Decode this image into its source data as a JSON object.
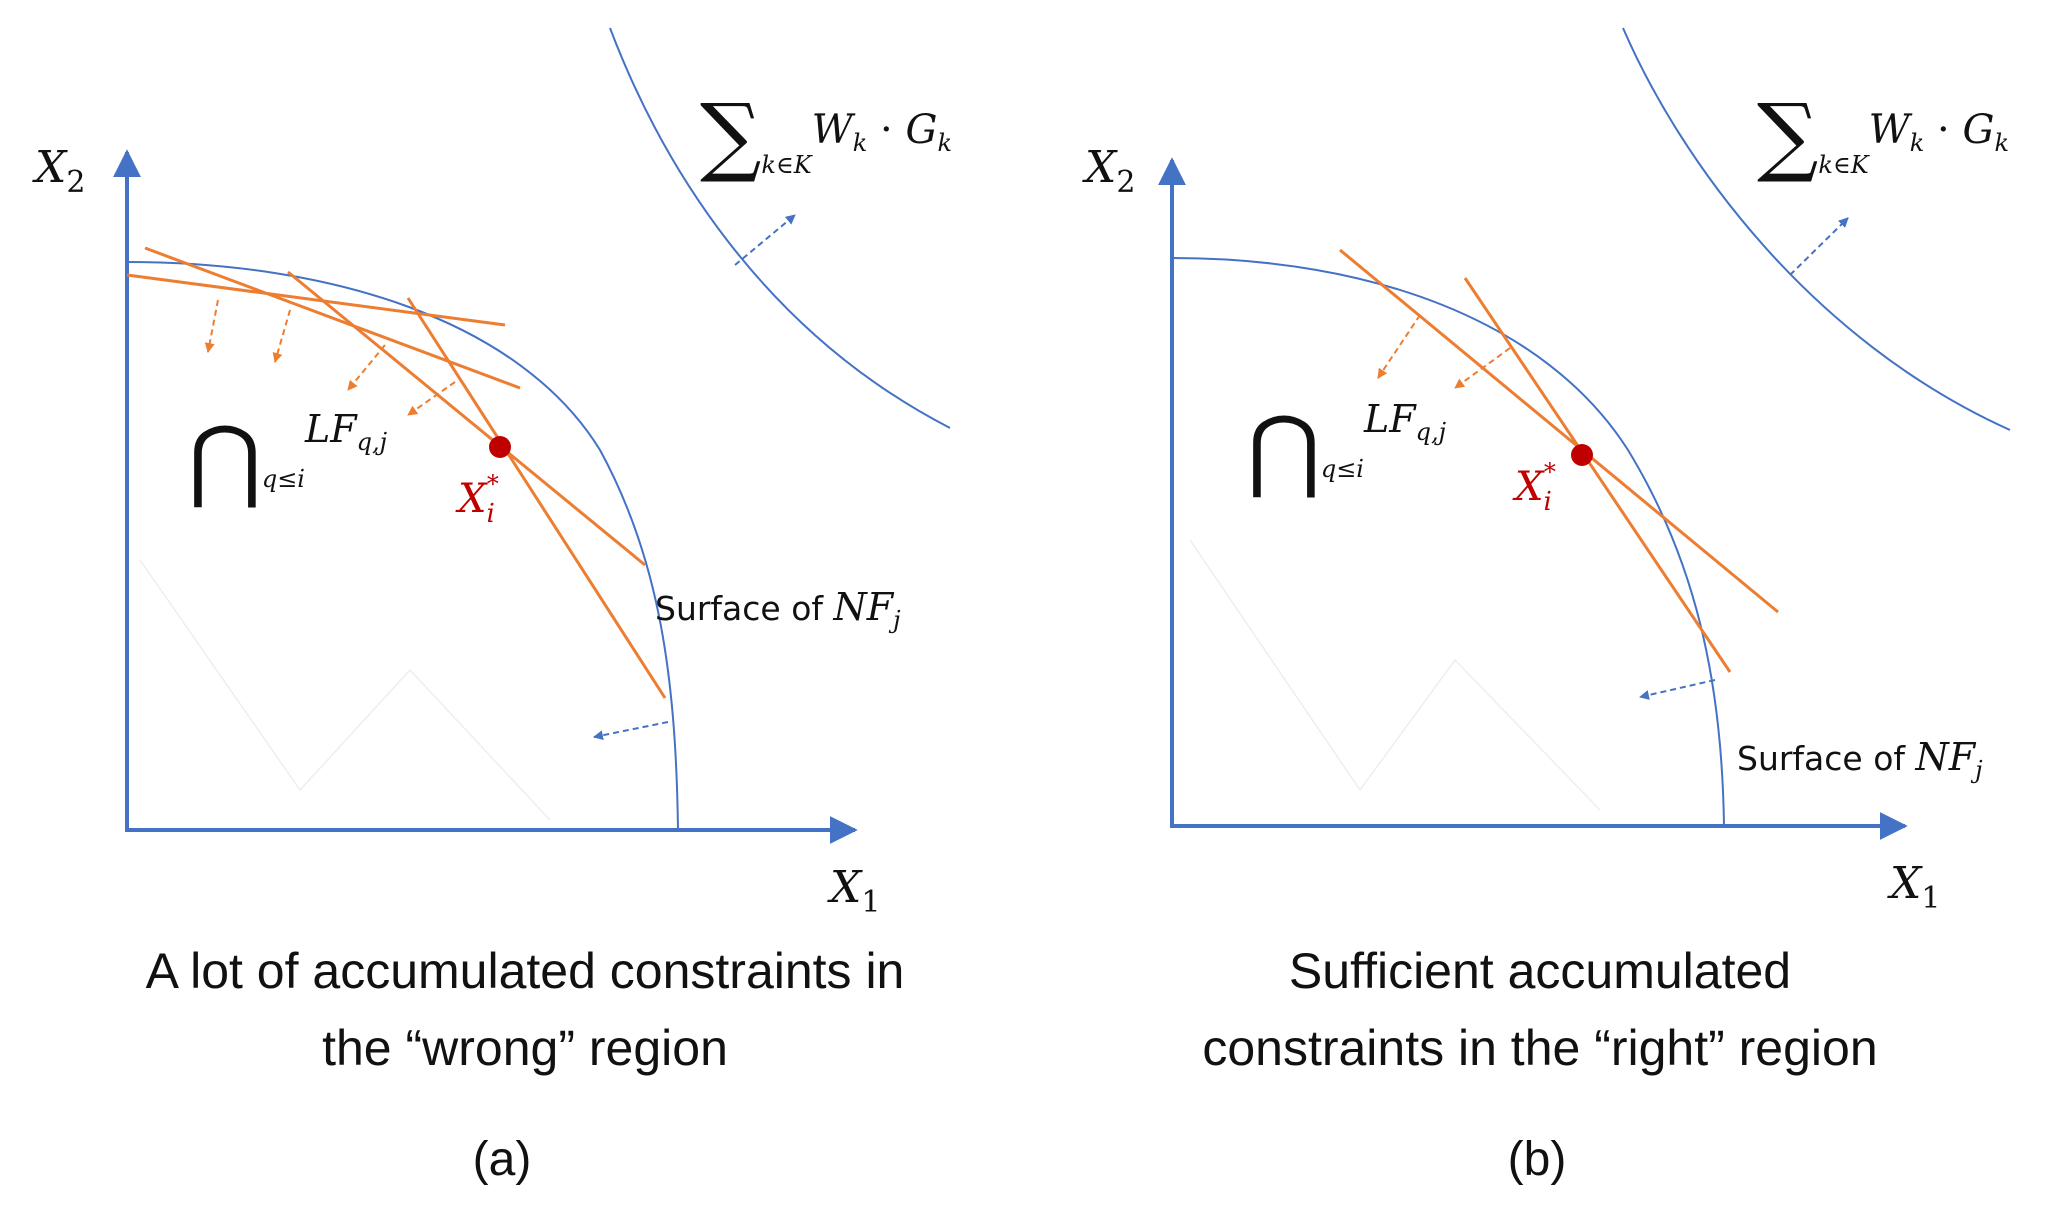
{
  "colors": {
    "axis": "#4472c4",
    "curve": "#4472c4",
    "constraint": "#ed7d31",
    "point": "#c00000",
    "text": "#111111"
  },
  "panels": [
    {
      "axes": {
        "y_var": "X",
        "y_sub": "2",
        "x_var": "X",
        "x_sub": "1"
      },
      "objective": {
        "sum": "∑",
        "sum_sub": "k∈K",
        "body": "W",
        "body_sub": "k",
        "dot": " · ",
        "g": "G",
        "g_sub": "k"
      },
      "intersection": {
        "cap": "⋂",
        "sub": "q≤i",
        "lf": "LF",
        "lf_sub": "q,j"
      },
      "point_label": {
        "var": "X",
        "sub": "i",
        "sup": "*"
      },
      "surface": {
        "text": "Surface of ",
        "nf": "NF",
        "nf_sub": "j"
      },
      "caption_lines": [
        "A lot of accumulated constraints in",
        "the “wrong” region"
      ],
      "tag": "(a)"
    },
    {
      "axes": {
        "y_var": "X",
        "y_sub": "2",
        "x_var": "X",
        "x_sub": "1"
      },
      "objective": {
        "sum": "∑",
        "sum_sub": "k∈K",
        "body": "W",
        "body_sub": "k",
        "dot": " · ",
        "g": "G",
        "g_sub": "k"
      },
      "intersection": {
        "cap": "⋂",
        "sub": "q≤i",
        "lf": "LF",
        "lf_sub": "q,j"
      },
      "point_label": {
        "var": "X",
        "sub": "i",
        "sup": "*"
      },
      "surface": {
        "text": "Surface of ",
        "nf": "NF",
        "nf_sub": "j"
      },
      "caption_lines": [
        "Sufficient accumulated",
        "constraints in the “right” region"
      ],
      "tag": "(b)"
    }
  ]
}
